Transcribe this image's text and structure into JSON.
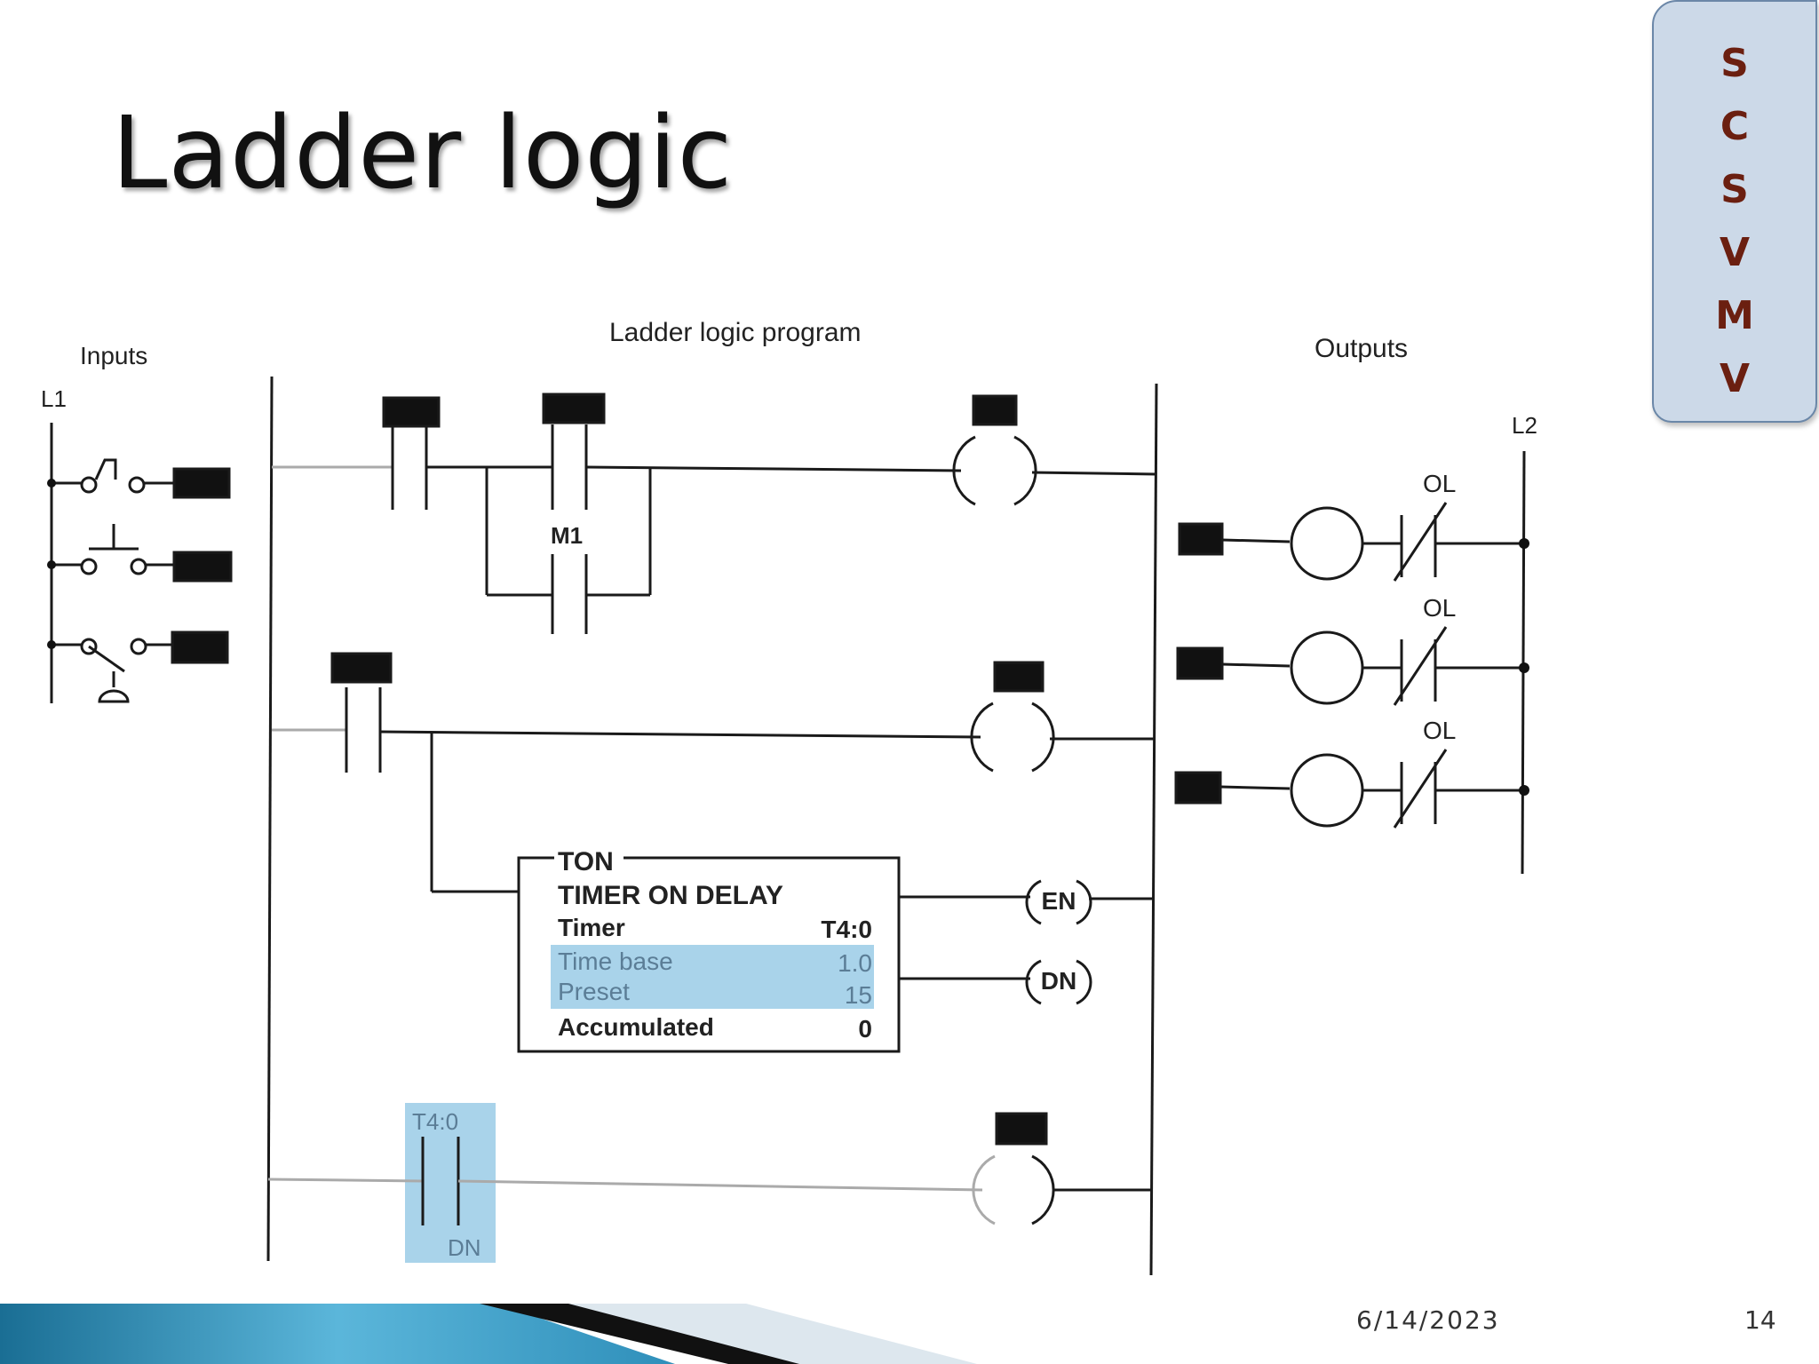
{
  "slide": {
    "title": "Ladder logic",
    "badge_letters": [
      "S",
      "C",
      "S",
      "V",
      "M",
      "V"
    ],
    "footer_date": "6/14/2023",
    "page_number": "14"
  },
  "diagram": {
    "inputs_label": "Inputs",
    "program_label": "Ladder logic program",
    "outputs_label": "Outputs",
    "l1_label": "L1",
    "l2_label": "L2",
    "m1_label": "M1",
    "ol_labels": [
      "OL",
      "OL",
      "OL"
    ],
    "timer": {
      "type": "TON",
      "name": "TIMER ON DELAY",
      "timer_label": "Timer",
      "timer_value": "T4:0",
      "time_base_label": "Time base",
      "time_base_value": "1.0",
      "preset_label": "Preset",
      "preset_value": "15",
      "accumulated_label": "Accumulated",
      "accumulated_value": "0",
      "en_label": "EN",
      "dn_label": "DN"
    },
    "t40_label": "T4:0",
    "dn_contact_label": "DN",
    "highlight_color": "#a9d3ea"
  }
}
